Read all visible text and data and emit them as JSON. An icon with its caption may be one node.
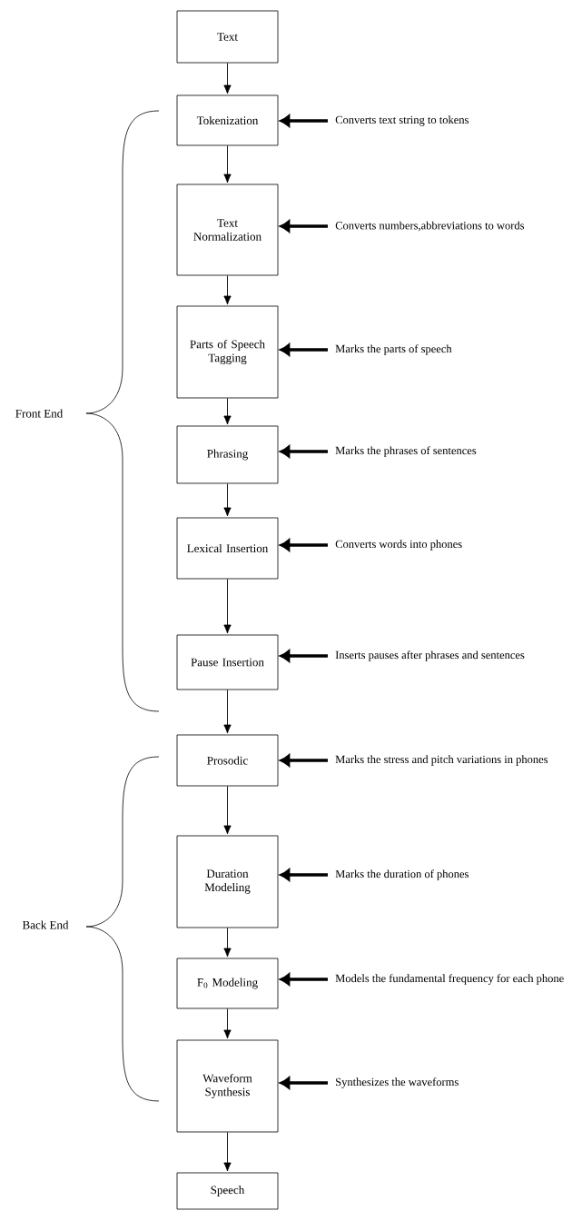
{
  "diagram": {
    "nodes": [
      {
        "text": [
          "Text"
        ]
      },
      {
        "text": [
          "Tokenization"
        ]
      },
      {
        "text": [
          "Text Normalization"
        ]
      },
      {
        "text": [
          "Parts of Speech Tagging"
        ]
      },
      {
        "text": [
          "Phrasing"
        ]
      },
      {
        "text": [
          "Lexical Insertion"
        ]
      },
      {
        "text": [
          "Pause Insertion"
        ]
      },
      {
        "text": [
          "Prosodic"
        ]
      },
      {
        "text": [
          "Duration Modeling"
        ]
      },
      {
        "text": [
          "F$_{0}$ Modeling"
        ]
      },
      {
        "text": [
          "Waveform Synthesis"
        ]
      },
      {
        "text": [
          "Speech"
        ]
      },
      {
        "text": [
          "Converts text string to tokens"
        ]
      },
      {
        "text": [
          "Converts numbers,abbreviations to words"
        ]
      },
      {
        "text": [
          "Marks the parts of speech"
        ]
      },
      {
        "text": [
          "Marks the phrases of sentences"
        ]
      },
      {
        "text": [
          "Converts words into phones"
        ]
      },
      {
        "text": [
          "Inserts pauses after phrases and sentences"
        ]
      },
      {
        "text": [
          "Marks the stress and pitch variations in phones"
        ]
      },
      {
        "text": [
          "Marks the duration of phones"
        ]
      },
      {
        "text": [
          "Models the fundamental frequency for each phone"
        ]
      },
      {
        "text": [
          "Synthesizes the waveforms"
        ]
      }
    ],
    "edges": [
      {
        "from": 0,
        "to": 1,
        "arrow": "to"
      },
      {
        "from": 1,
        "to": 2,
        "arrow": "to"
      },
      {
        "from": 2,
        "to": 3,
        "arrow": "to"
      },
      {
        "from": 3,
        "to": 4,
        "arrow": "to"
      },
      {
        "from": 4,
        "to": 5,
        "arrow": "to"
      },
      {
        "from": 5,
        "to": 6,
        "arrow": "to"
      },
      {
        "from": 6,
        "to": 7,
        "arrow": "to"
      },
      {
        "from": 7,
        "to": 8,
        "arrow": "to"
      },
      {
        "from": 8,
        "to": 9,
        "arrow": "to"
      },
      {
        "from": 9,
        "to": 10,
        "arrow": "to"
      },
      {
        "from": 10,
        "to": 11,
        "arrow": "to"
      },
      {
        "from": 12,
        "to": 1,
        "arrow": "to",
        "style": "thick"
      },
      {
        "from": 13,
        "to": 2,
        "arrow": "to",
        "style": "thick"
      },
      {
        "from": 14,
        "to": 3,
        "arrow": "to",
        "style": "thick"
      },
      {
        "from": 15,
        "to": 4,
        "arrow": "to",
        "style": "thick"
      },
      {
        "from": 16,
        "to": 5,
        "arrow": "to",
        "style": "thick"
      },
      {
        "from": 17,
        "to": 6,
        "arrow": "to",
        "style": "thick"
      },
      {
        "from": 18,
        "to": 7,
        "arrow": "to",
        "style": "thick"
      },
      {
        "from": 19,
        "to": 8,
        "arrow": "to",
        "style": "thick"
      },
      {
        "from": 20,
        "to": 9,
        "arrow": "to",
        "style": "thick"
      },
      {
        "from": 21,
        "to": 10,
        "arrow": "to",
        "style": "thick"
      }
    ],
    "labels": [
      "Front End",
      "Back End"
    ]
  }
}
